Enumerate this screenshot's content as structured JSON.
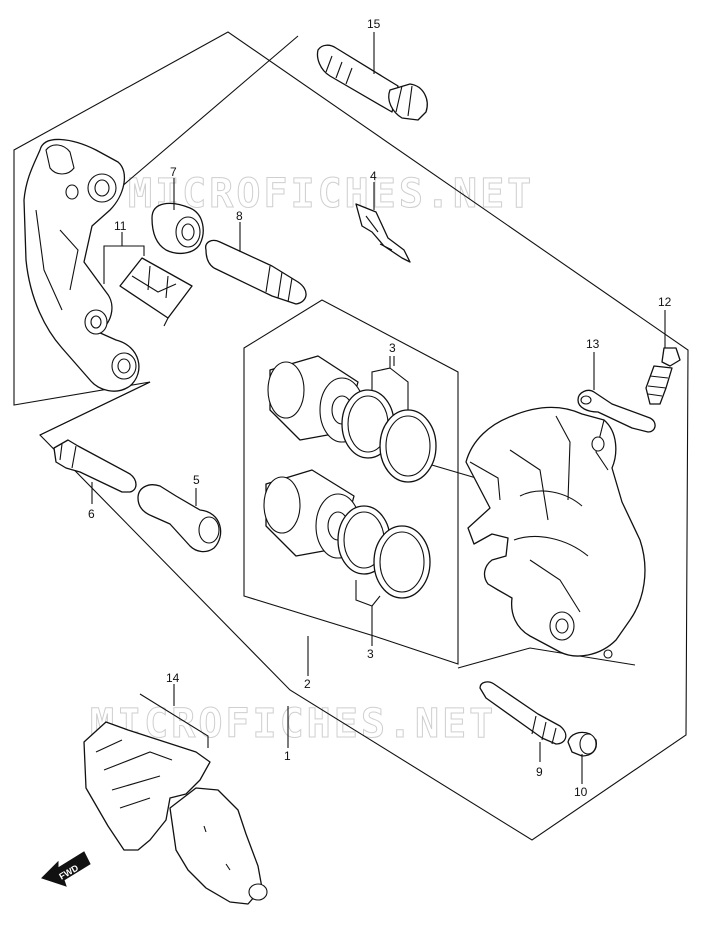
{
  "watermark": "MICROFICHES.NET",
  "fwd_label": "FWD",
  "callouts": {
    "c1": "1",
    "c2": "2",
    "c3a": "3",
    "c3b": "3",
    "c4": "4",
    "c5": "5",
    "c6": "6",
    "c7": "7",
    "c8": "8",
    "c9": "9",
    "c10": "10",
    "c11": "11",
    "c12": "12",
    "c13": "13",
    "c14": "14",
    "c15": "15"
  }
}
